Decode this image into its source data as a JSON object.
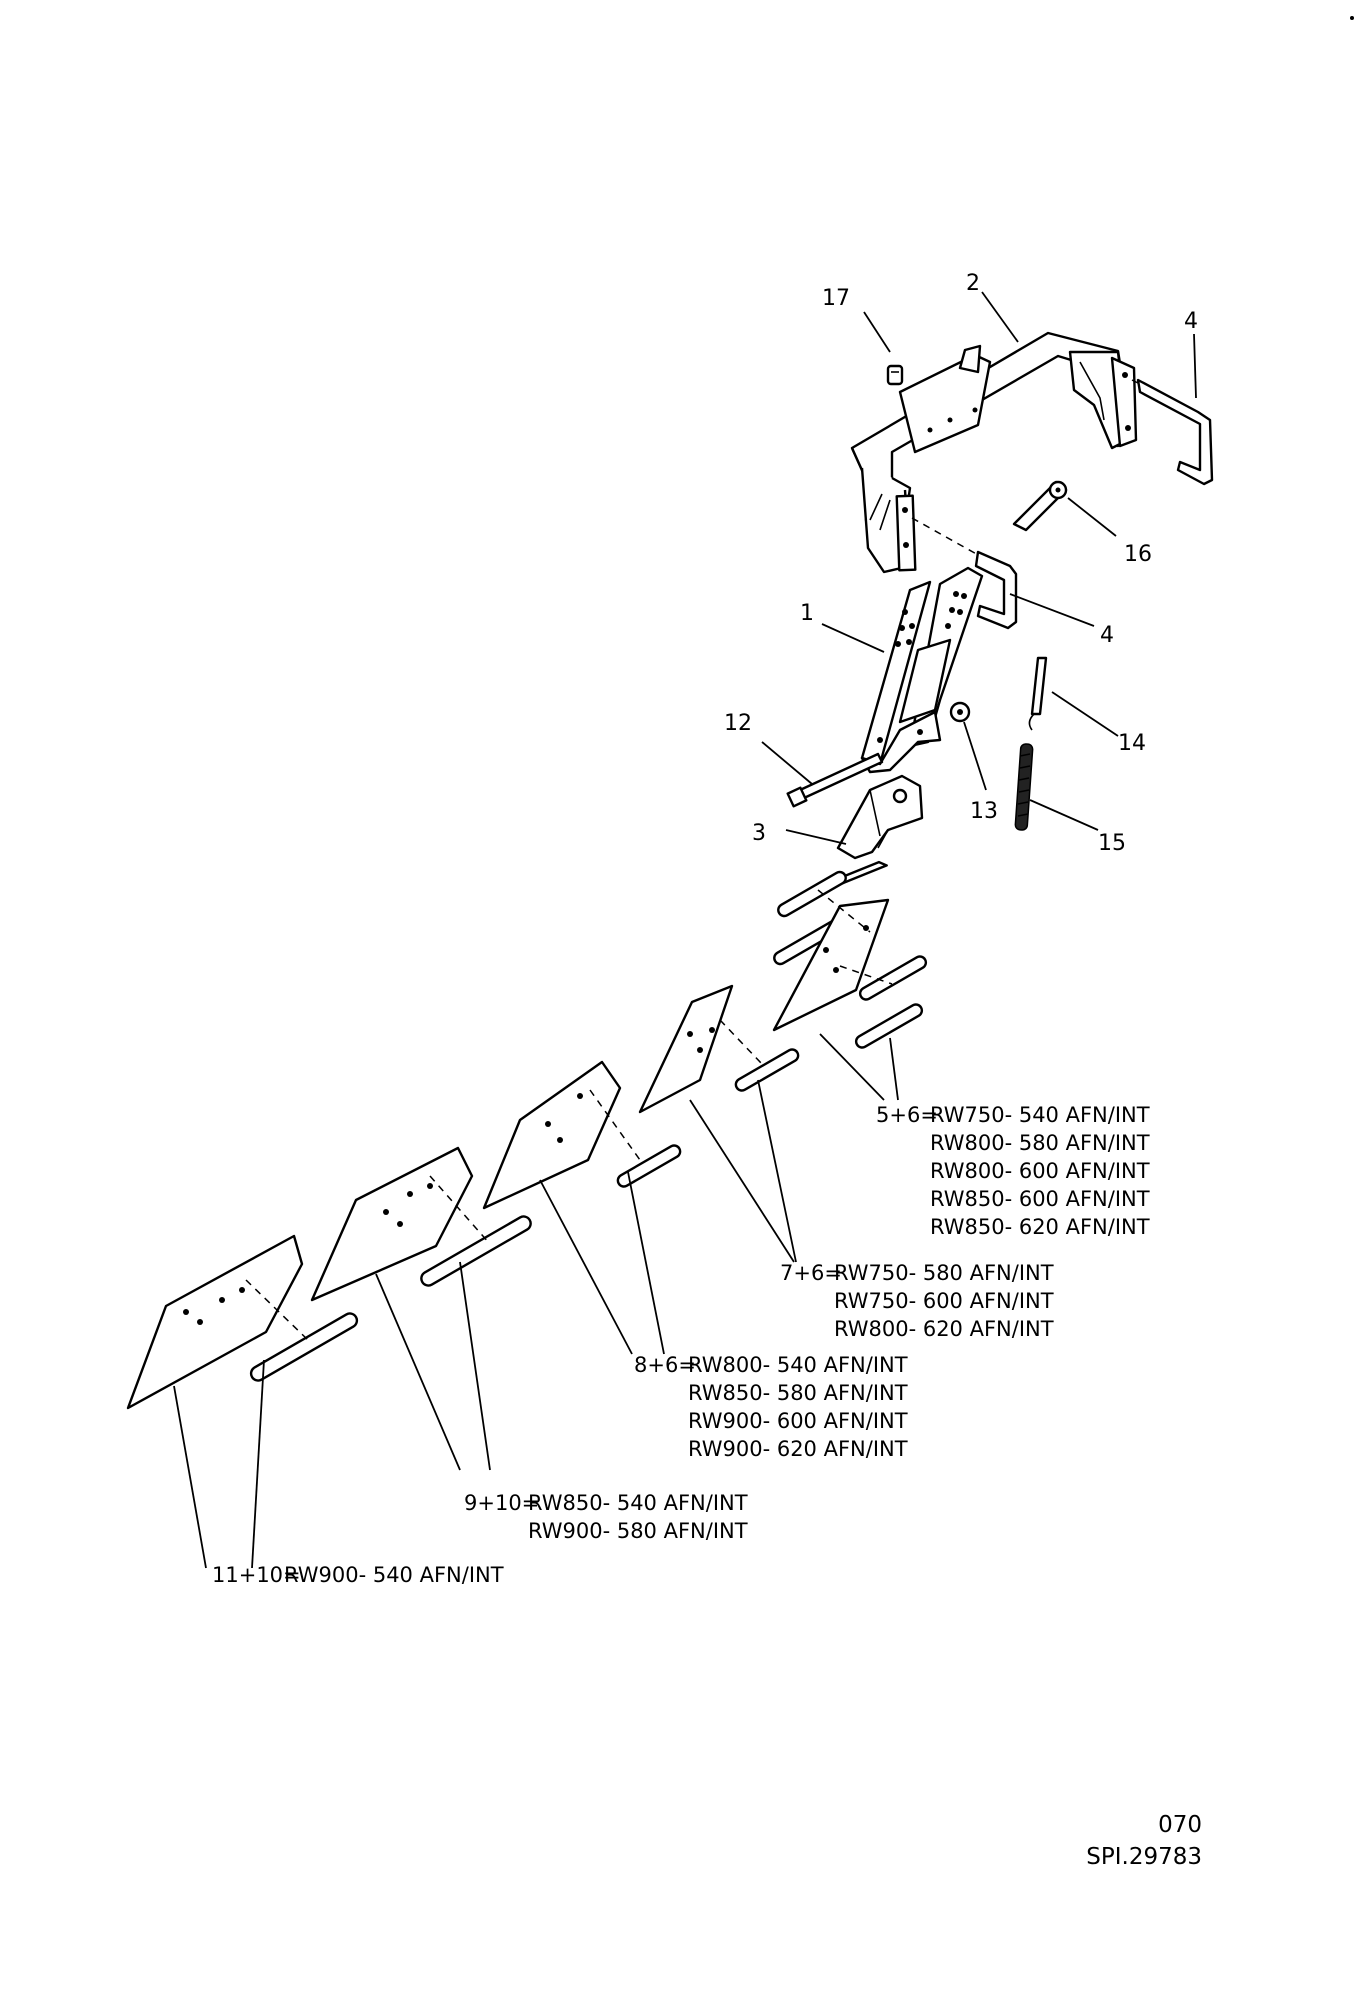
{
  "callouts": {
    "c1": "1",
    "c2": "2",
    "c3": "3",
    "c4a": "4",
    "c4b": "4",
    "c12": "12",
    "c13": "13",
    "c14": "14",
    "c15": "15",
    "c16": "16",
    "c17": "17"
  },
  "configs": {
    "g56": {
      "prefix": "5+6=",
      "lines": [
        "RW750- 540 AFN/INT",
        "RW800- 580 AFN/INT",
        "RW800- 600 AFN/INT",
        "RW850- 600 AFN/INT",
        "RW850- 620 AFN/INT"
      ]
    },
    "g76": {
      "prefix": "7+6=",
      "lines": [
        "RW750- 580 AFN/INT",
        "RW750- 600 AFN/INT",
        "RW800- 620 AFN/INT"
      ]
    },
    "g86": {
      "prefix": "8+6=",
      "lines": [
        "RW800- 540 AFN/INT",
        "RW850- 580 AFN/INT",
        "RW900- 600 AFN/INT",
        "RW900- 620 AFN/INT"
      ]
    },
    "g910": {
      "prefix": "9+10=",
      "lines": [
        "RW850- 540 AFN/INT",
        "RW900- 580 AFN/INT"
      ]
    },
    "g1110": {
      "prefix": "11+10=",
      "lines": [
        "RW900- 540 AFN/INT"
      ]
    }
  },
  "footer": {
    "page": "070",
    "ref": "SPI.29783"
  }
}
